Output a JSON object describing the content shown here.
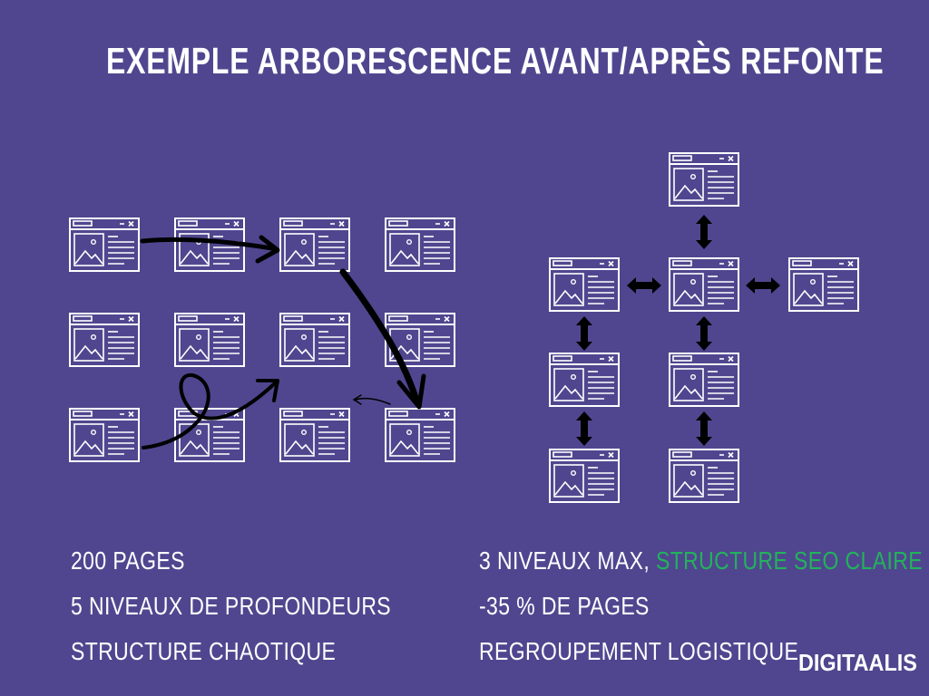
{
  "title": "EXEMPLE ARBORESCENCE AVANT/APRÈS REFONTE",
  "before": {
    "stats": [
      "200 PAGES",
      "5 NIVEAUX DE PROFONDEURS",
      "STRUCTURE CHAOTIQUE"
    ]
  },
  "after": {
    "stat1_prefix": "3 NIVEAUX MAX, ",
    "stat1_highlight": "STRUCTURE SEO CLAIRE",
    "stats": [
      "-35 % DE PAGES",
      "REGROUPEMENT LOGISTIQUE"
    ]
  },
  "brand": "DIGITAALIS",
  "colors": {
    "background": "#50468f",
    "foreground": "#ffffff",
    "highlight": "#22b35b",
    "arrow": "#000000"
  },
  "icons": {
    "page": "webpage-wireframe-icon",
    "arrow": "double-headed-arrow-icon"
  }
}
